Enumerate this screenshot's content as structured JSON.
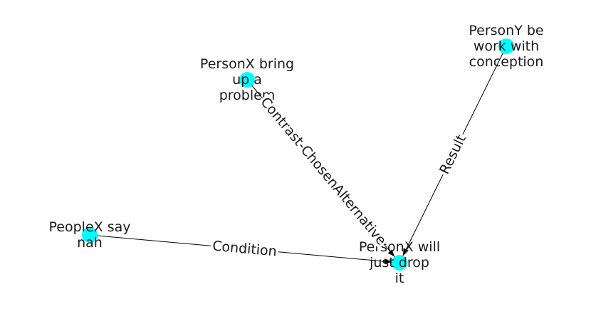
{
  "graph": {
    "node_color": "#00ffff",
    "edge_color": "#000000",
    "nodes": {
      "bring_problem": {
        "lines": [
          "PersonX bring",
          "up a",
          "problem"
        ]
      },
      "work_conception": {
        "lines": [
          "PersonY be",
          "work with",
          "conception"
        ]
      },
      "say_nah": {
        "lines": [
          "PeopleX say",
          "nah"
        ]
      },
      "drop_it": {
        "lines": [
          "PersonX will",
          "just drop",
          "it"
        ]
      }
    },
    "edges": [
      {
        "source": "bring_problem",
        "target": "drop_it",
        "label": "Contrast-ChosenAlternative"
      },
      {
        "source": "work_conception",
        "target": "drop_it",
        "label": "Result"
      },
      {
        "source": "say_nah",
        "target": "drop_it",
        "label": "Condition"
      }
    ]
  }
}
